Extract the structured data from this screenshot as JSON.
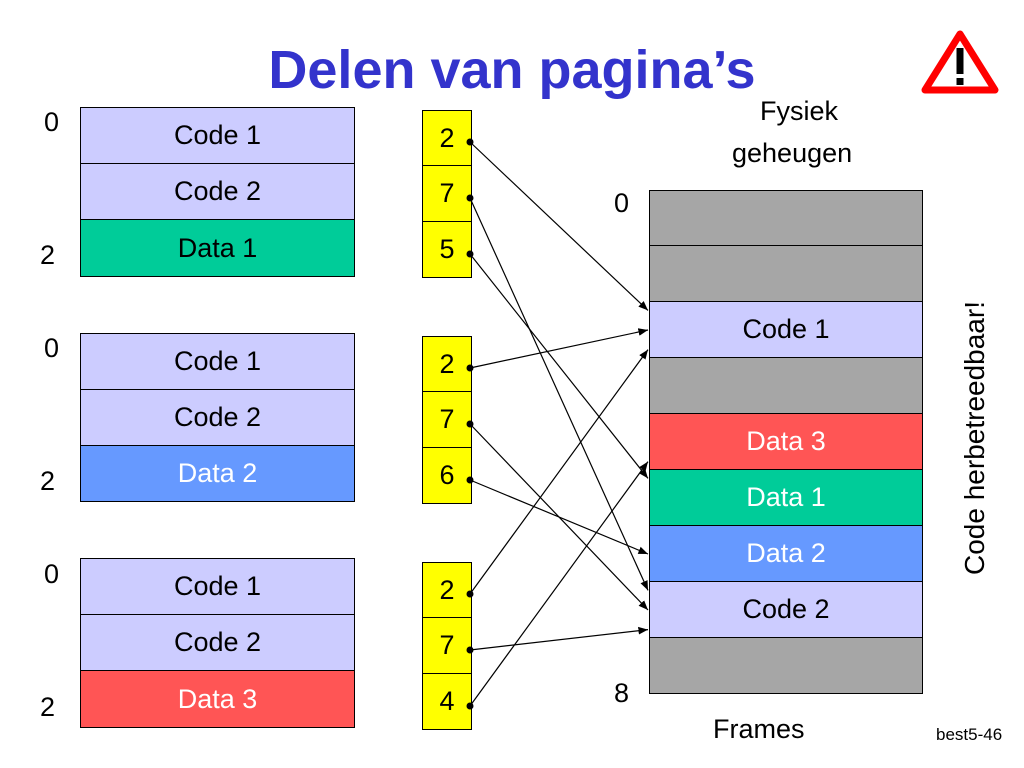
{
  "title": "Delen van pagina’s",
  "warning_icon": "warning-triangle-icon",
  "processes": [
    {
      "start_label": "0",
      "end_label": "2",
      "pages": [
        {
          "label": "Code 1",
          "color": "#ccccff",
          "text_color": "#000000"
        },
        {
          "label": "Code 2",
          "color": "#ccccff",
          "text_color": "#000000"
        },
        {
          "label": "Data 1",
          "color": "#00cc99",
          "text_color": "#000000"
        }
      ],
      "page_table": [
        "2",
        "7",
        "5"
      ]
    },
    {
      "start_label": "0",
      "end_label": "2",
      "pages": [
        {
          "label": "Code 1",
          "color": "#ccccff",
          "text_color": "#000000"
        },
        {
          "label": "Code 2",
          "color": "#ccccff",
          "text_color": "#000000"
        },
        {
          "label": "Data 2",
          "color": "#6699ff",
          "text_color": "#ffffff"
        }
      ],
      "page_table": [
        "2",
        "7",
        "6"
      ]
    },
    {
      "start_label": "0",
      "end_label": "2",
      "pages": [
        {
          "label": "Code 1",
          "color": "#ccccff",
          "text_color": "#000000"
        },
        {
          "label": "Code 2",
          "color": "#ccccff",
          "text_color": "#000000"
        },
        {
          "label": "Data 3",
          "color": "#ff5555",
          "text_color": "#ffffff"
        }
      ],
      "page_table": [
        "2",
        "7",
        "4"
      ]
    }
  ],
  "physical_memory": {
    "label_line1": "Fysiek",
    "label_line2": "geheugen",
    "start_label": "0",
    "end_label": "8",
    "footer": "Frames",
    "frames": [
      {
        "label": "",
        "color": "#a6a6a6",
        "text_color": "#000000"
      },
      {
        "label": "",
        "color": "#a6a6a6",
        "text_color": "#000000"
      },
      {
        "label": "Code 1",
        "color": "#ccccff",
        "text_color": "#000000"
      },
      {
        "label": "",
        "color": "#a6a6a6",
        "text_color": "#000000"
      },
      {
        "label": "Data 3",
        "color": "#ff5555",
        "text_color": "#ffffff"
      },
      {
        "label": "Data 1",
        "color": "#00cc99",
        "text_color": "#ffffff"
      },
      {
        "label": "Data 2",
        "color": "#6699ff",
        "text_color": "#ffffff"
      },
      {
        "label": "Code 2",
        "color": "#ccccff",
        "text_color": "#000000"
      },
      {
        "label": "",
        "color": "#a6a6a6",
        "text_color": "#000000"
      }
    ]
  },
  "side_note": "Code herbetreedbaar!",
  "slide_id": "best5-46"
}
